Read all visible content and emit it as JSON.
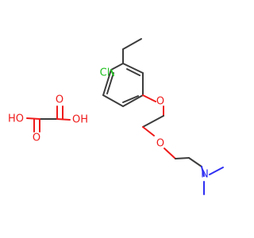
{
  "structure": {
    "atom_labels": {
      "chlorine": "Cl",
      "ether_oxygen_1": "O",
      "ether_oxygen_2": "O",
      "nitrogen": "N",
      "oxalic_hydroxyl_left": "HO",
      "oxalic_carbonyl_top": "O",
      "oxalic_carbonyl_bottom": "O",
      "oxalic_hydroxyl_right": "OH"
    }
  },
  "colors": {
    "carbon_bond": "#3c3c3c",
    "oxygen": "#ef1b1b",
    "nitrogen": "#2f2ff3",
    "chlorine": "#20c020"
  }
}
